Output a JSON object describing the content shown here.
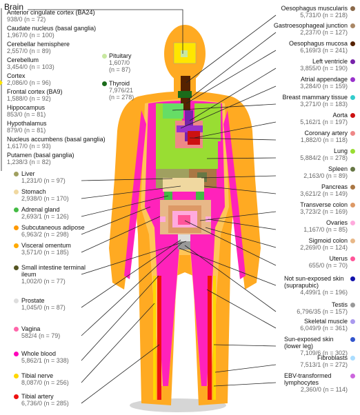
{
  "brain": {
    "title": "Brain",
    "items": [
      {
        "name": "Anterior cingulate cortex (BA24)",
        "value": "938/0 (n = 72)"
      },
      {
        "name": "Caudate nucleus (basal ganglia)",
        "value": "1,967/0 (n = 100)"
      },
      {
        "name": "Cerebellar hemisphere",
        "value": "2,557/0 (n = 89)"
      },
      {
        "name": "Cerebellum",
        "value": "3,454/0 (n = 103)"
      },
      {
        "name": "Cortex",
        "value": "2,086/0 (n = 96)"
      },
      {
        "name": "Frontal cortex (BA9)",
        "value": "1,588/0 (n = 92)"
      },
      {
        "name": "Hippocampus",
        "value": "853/0 (n = 81)"
      },
      {
        "name": "Hypothalamus",
        "value": "879/0 (n = 81)"
      },
      {
        "name": "Nucleus accumbens (basal ganglia)",
        "value": "1,617/0 (n = 93)"
      },
      {
        "name": "Putamen (basal ganglia)",
        "value": "1,238/3 (n = 82)"
      }
    ]
  },
  "center_labels": {
    "pituitary": {
      "name": "Pituitary",
      "value": "1,607/0",
      "n": "(n = 87)",
      "color": "#c8e8a0"
    },
    "thyroid": {
      "name": "Thyroid",
      "value": "7,976/21",
      "n": "(n = 278)",
      "color": "#1a6b1a"
    }
  },
  "left_tissues": [
    {
      "name": "Liver",
      "value": "1,231/0 (n = 97)",
      "color": "#a0a060"
    },
    {
      "name": "Stomach",
      "value": "2,938/0 (n = 170)",
      "color": "#f0d8a0"
    },
    {
      "name": "Adrenal gland",
      "value": "2,693/1 (n = 126)",
      "color": "#44bb44"
    },
    {
      "name": "Subcutaneous adipose",
      "value": "6,963/2 (n = 298)",
      "color": "#ff9900"
    },
    {
      "name": "Visceral omentum",
      "value": "3,571/0 (n = 185)",
      "color": "#ffaa00"
    },
    {
      "name": "Small intestine terminal ileum",
      "value": "1,002/0 (n = 77)",
      "color": "#555522"
    },
    {
      "name": "Prostate",
      "value": "1,045/0 (n = 87)",
      "color": "#dddddd"
    },
    {
      "name": "Vagina",
      "value": "582/4 (n = 79)",
      "color": "#ff66aa"
    },
    {
      "name": "Whole blood",
      "value": "5,862/1 (n = 338)",
      "color": "#ff00bb"
    },
    {
      "name": "Tibial nerve",
      "value": "8,087/0 (n = 256)",
      "color": "#ffd700"
    },
    {
      "name": "Tibial artery",
      "value": "6,736/0 (n = 285)",
      "color": "#ee1111"
    }
  ],
  "right_tissues": [
    {
      "name": "Oesophagus muscularis",
      "value": "5,731/0 (n = 218)",
      "color": "#8b6a4a"
    },
    {
      "name": "Gastroesophageal junction",
      "value": "2,237/0 (n = 127)",
      "color": "#aa8866"
    },
    {
      "name": "Oesophagus mucosa",
      "value": "6,169/3 (n = 241)",
      "color": "#552200"
    },
    {
      "name": "Left ventricle",
      "value": "3,855/0 (n = 190)",
      "color": "#7722aa"
    },
    {
      "name": "Atrial appendage",
      "value": "3,284/0 (n = 159)",
      "color": "#9933cc"
    },
    {
      "name": "Breast mammary tissue",
      "value": "3,271/0 (n = 183)",
      "color": "#33cccc"
    },
    {
      "name": "Aorta",
      "value": "5,162/1 (n = 197)",
      "color": "#cc1111"
    },
    {
      "name": "Coronary artery",
      "value": "1,882/0 (n = 118)",
      "color": "#ee8888"
    },
    {
      "name": "Lung",
      "value": "5,884/2 (n = 278)",
      "color": "#99dd33"
    },
    {
      "name": "Spleen",
      "value": "2,163/0 (n = 89)",
      "color": "#667744"
    },
    {
      "name": "Pancreas",
      "value": "3,621/2 (n = 149)",
      "color": "#aa7744"
    },
    {
      "name": "Transverse colon",
      "value": "3,723/2 (n = 169)",
      "color": "#dd9966"
    },
    {
      "name": "Ovaries",
      "value": "1,167/0 (n = 85)",
      "color": "#ffaadd"
    },
    {
      "name": "Sigmoid colon",
      "value": "2,269/0 (n = 124)",
      "color": "#e8b888"
    },
    {
      "name": "Uterus",
      "value": "655/0 (n = 70)",
      "color": "#ff5599"
    },
    {
      "name": "Not sun-exposed skin (suprapubic)",
      "value": "4,499/1 (n = 196)",
      "color": "#1111aa"
    },
    {
      "name": "Testis",
      "value": "6,796/35 (n = 157)",
      "color": "#999999"
    },
    {
      "name": "Skeletal muscle",
      "value": "6,049/9 (n = 361)",
      "color": "#aa99ee"
    },
    {
      "name": "Sun-exposed skin (lower leg)",
      "value": "7,109/6 (n = 302)",
      "color": "#3355cc"
    },
    {
      "name": "Fibroblasts",
      "value": "7,513/1 (n = 272)",
      "color": "#aaddff"
    },
    {
      "name": "EBV-transformed lymphocytes",
      "value": "2,360/0 (n = 114)",
      "color": "#cc66dd"
    }
  ]
}
